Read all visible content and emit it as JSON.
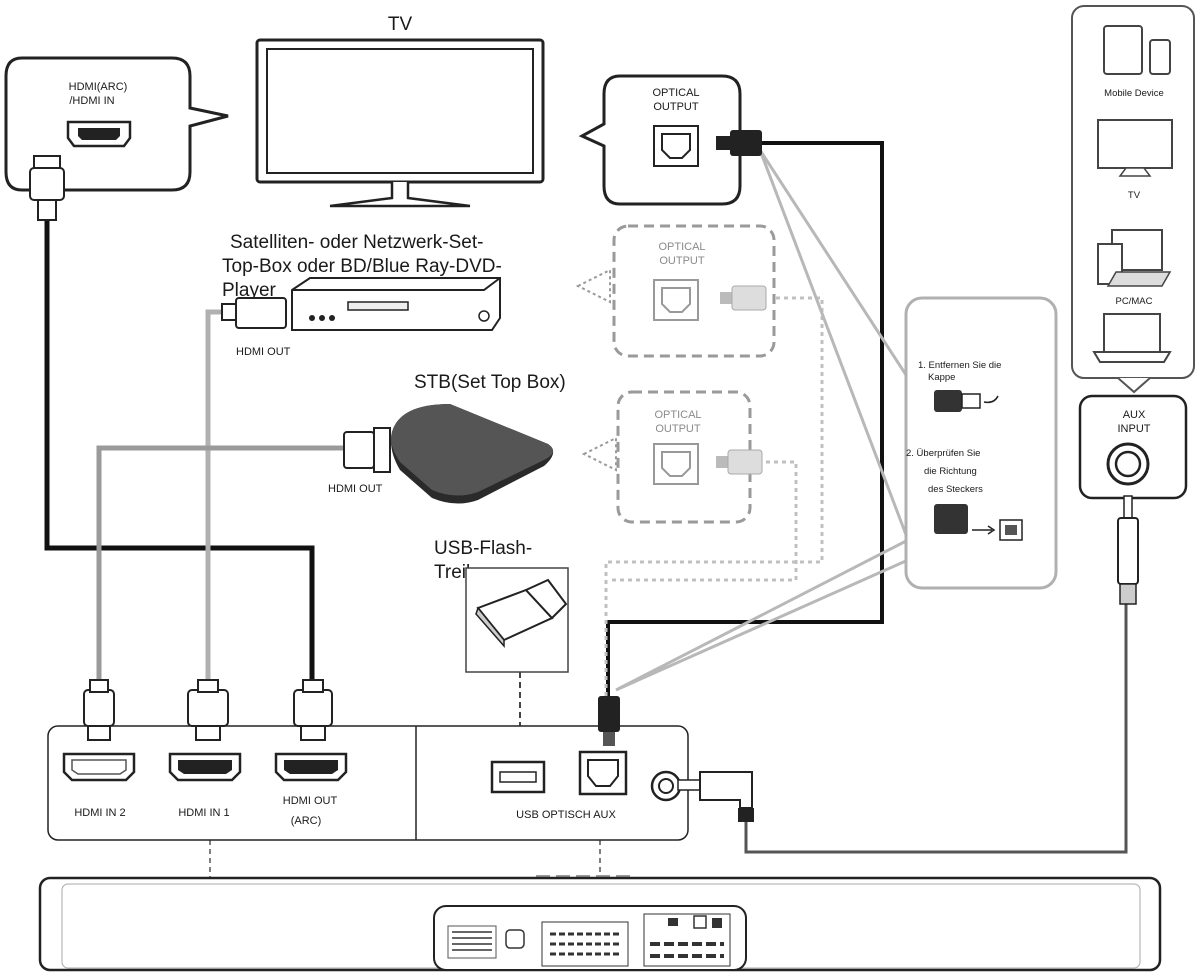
{
  "tv": {
    "title": "TV",
    "callout_hdmi_line1": "HDMI(ARC)",
    "callout_hdmi_line2": "/HDMI IN",
    "callout_optical_line1": "OPTICAL",
    "callout_optical_line2": "OUTPUT"
  },
  "settop": {
    "title_line1": "Satelliten- oder  Netzwerk-Set-",
    "title_line2": "Top-Box oder BD/Blue Ray-DVD-",
    "title_line3": "Player",
    "hdmi_out": "HDMI OUT",
    "optical_line1": "OPTICAL",
    "optical_line2": "OUTPUT"
  },
  "stb": {
    "title": "STB(Set Top Box)",
    "hdmi_out": "HDMI OUT",
    "optical_line1": "OPTICAL",
    "optical_line2": "OUTPUT"
  },
  "usb": {
    "title_line1": "USB-Flash-",
    "title_line2": "Treiber"
  },
  "instructions": {
    "step1_line1": "1. Entfernen  Sie die",
    "step1_line2": "Kappe",
    "step2_line1": "2. Überprüfen  Sie",
    "step2_line2": "die Richtung",
    "step2_line3": "des Steckers"
  },
  "devices": {
    "mobile": "Mobile Device",
    "tv": "TV",
    "pc": "PC/MAC"
  },
  "aux": {
    "line1": "AUX",
    "line2": "INPUT"
  },
  "panel": {
    "hdmi_in2": "HDMI IN  2",
    "hdmi_in1": "HDMI IN  1",
    "hdmi_out_line1": "HDMI  OUT",
    "hdmi_out_line2": "(ARC)",
    "usb_opt_aux": "USB OPTISCH AUX"
  },
  "colors": {
    "black_cable": "#111111",
    "grey_cable": "#9a9a9a",
    "light_cable": "#c4c4c4",
    "dotted_cable": "#bdbdbd"
  }
}
